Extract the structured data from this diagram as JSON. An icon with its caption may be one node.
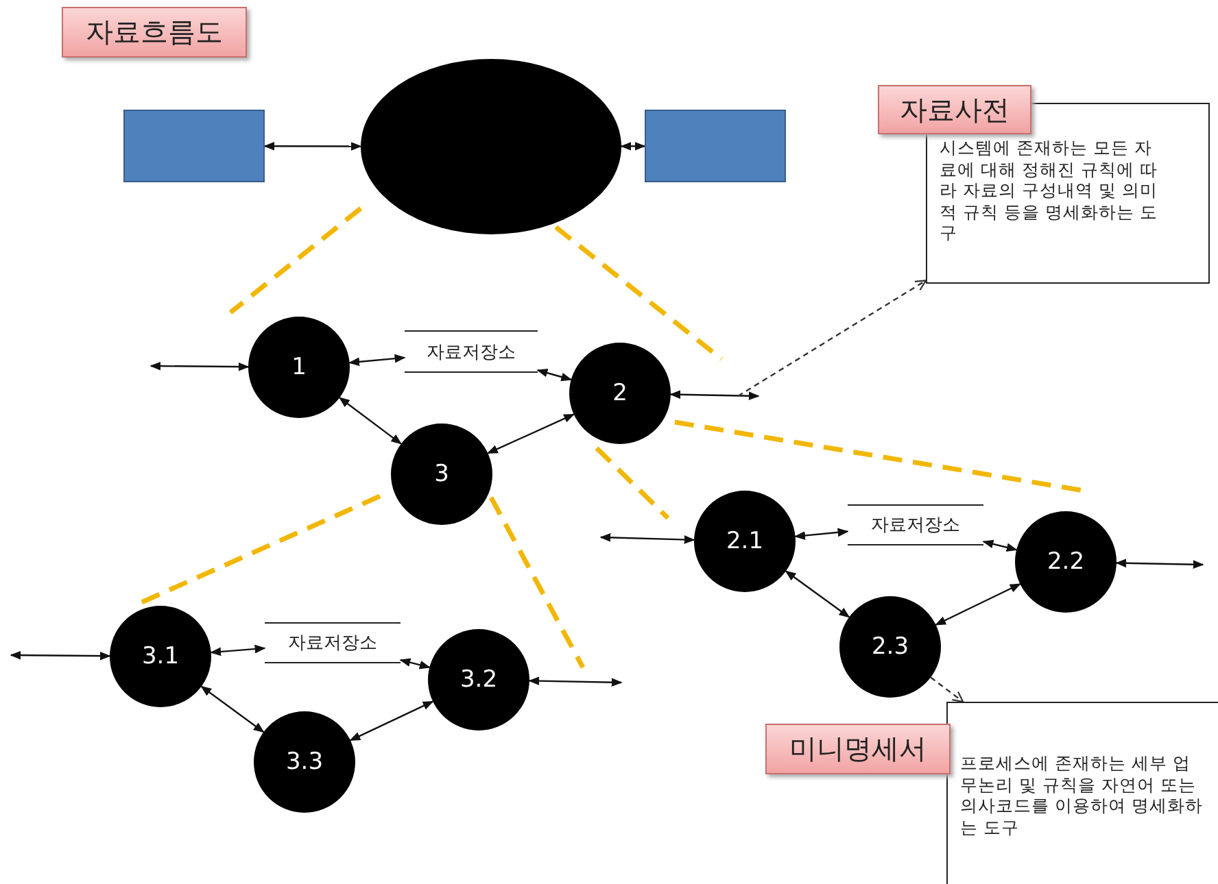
{
  "diagram": {
    "nodes": [
      {
        "text": [
          "자료흐름도"
        ]
      },
      {
        "text": [],
        "shape": "box"
      },
      {
        "text": [],
        "shape": "circle"
      },
      {
        "text": [],
        "shape": "box"
      },
      {
        "text": [
          "자료사전"
        ]
      },
      {
        "text": [
          "시스템에 존재하는 모든 자료에 대해 정해진 규칙에 따라 자료의 구성내역 및 의미적 규칙 등을 명세화하는 도구"
        ]
      },
      {
        "text": [
          "1"
        ]
      },
      {
        "text": [
          "자료저장소"
        ]
      },
      {
        "text": [
          "2"
        ]
      },
      {
        "text": [
          "3"
        ]
      },
      {
        "text": [
          "2.1"
        ]
      },
      {
        "text": [
          "자료저장소"
        ]
      },
      {
        "text": [
          "2.2"
        ]
      },
      {
        "text": [
          "2.3"
        ]
      },
      {
        "text": [
          "미니명세서"
        ]
      },
      {
        "text": [
          "프로세스에 존재하는 세부 업무논리 및 규칙을 자연어 또는 의사코드를 이용하여 명세화하는 도구"
        ]
      },
      {
        "text": [
          "3.1"
        ]
      },
      {
        "text": [
          "자료저장소"
        ]
      },
      {
        "text": [
          "3.2"
        ]
      },
      {
        "text": [
          "3.3"
        ]
      }
    ],
    "edges": [
      {
        "from": 1,
        "to": 2,
        "arrow": "both"
      },
      {
        "from": 2,
        "to": 3,
        "arrow": "both"
      },
      {
        "from": null,
        "to": 6,
        "arrow": "both"
      },
      {
        "from": 6,
        "to": 7,
        "arrow": "both"
      },
      {
        "from": 7,
        "to": 8,
        "arrow": "both"
      },
      {
        "from": 6,
        "to": 9,
        "arrow": "both"
      },
      {
        "from": 9,
        "to": 8,
        "arrow": "both"
      },
      {
        "from": 8,
        "to": null,
        "arrow": "both"
      },
      {
        "from": null,
        "to": 5,
        "arrow": "to",
        "style": "dashed"
      },
      {
        "from": null,
        "to": 10,
        "arrow": "both"
      },
      {
        "from": 10,
        "to": 11,
        "arrow": "both"
      },
      {
        "from": 11,
        "to": 12,
        "arrow": "both"
      },
      {
        "from": 10,
        "to": 13,
        "arrow": "both"
      },
      {
        "from": 13,
        "to": 12,
        "arrow": "both"
      },
      {
        "from": 12,
        "to": null,
        "arrow": "both"
      },
      {
        "from": 13,
        "to": 15,
        "arrow": "to",
        "style": "dashed"
      },
      {
        "from": null,
        "to": 16,
        "arrow": "both"
      },
      {
        "from": 16,
        "to": 17,
        "arrow": "both"
      },
      {
        "from": 17,
        "to": 18,
        "arrow": "both"
      },
      {
        "from": 16,
        "to": 19,
        "arrow": "both"
      },
      {
        "from": 19,
        "to": 18,
        "arrow": "both"
      },
      {
        "from": 18,
        "to": null,
        "arrow": "both"
      }
    ]
  }
}
